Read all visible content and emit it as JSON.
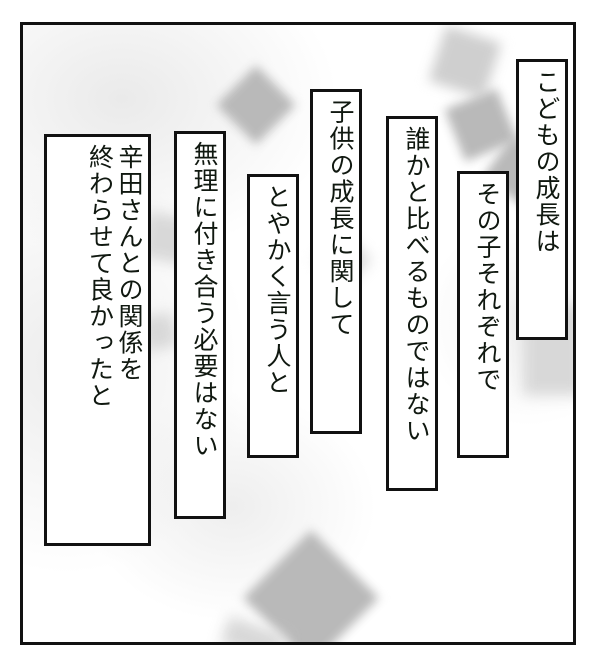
{
  "panel": {
    "border_color": "#111111",
    "background_color": "#ffffff",
    "confetti_color": "#b9b9b9"
  },
  "speech_boxes": [
    {
      "id": "kodomo-no-seichou-wa",
      "columns": [
        "こどもの成長は"
      ]
    },
    {
      "id": "sono-ko-sorezore-de",
      "columns": [
        "その子それぞれで"
      ]
    },
    {
      "id": "dareka-to-kuraberu-mono-dewa-nai",
      "columns": [
        "誰かと比べるものではない"
      ]
    },
    {
      "id": "kodomo-no-seichou-ni-kanshite",
      "columns": [
        "子供の成長に関して"
      ]
    },
    {
      "id": "toyakaku-iu-hito-to",
      "columns": [
        "とやかく言う人と"
      ]
    },
    {
      "id": "muri-ni-tsukiau-hitsuyou-wa-nai",
      "columns": [
        "無理に付き合う必要はない"
      ]
    },
    {
      "id": "karada-san-tono-kankei",
      "columns": [
        "辛田さんとの関係を",
        "終わらせて良かったと"
      ]
    }
  ]
}
